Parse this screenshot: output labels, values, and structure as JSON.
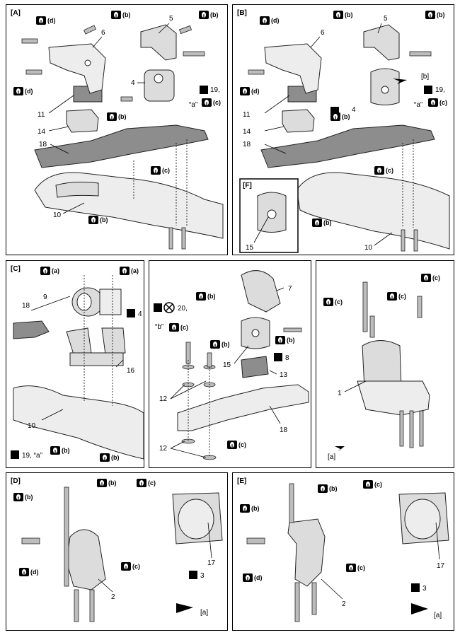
{
  "panels": {
    "A": {
      "label": "[A]",
      "parts": [
        "5",
        "6",
        "4",
        "11",
        "14",
        "18",
        "10"
      ],
      "torque": "19,",
      "note": "“a”"
    },
    "B": {
      "label": "[B]",
      "parts": [
        "5",
        "6",
        "4",
        "11",
        "14",
        "18",
        "10",
        "15"
      ],
      "torque": "19,",
      "note": "“a”",
      "arrow_label": "[b]",
      "inset_label": "[F]"
    },
    "C": {
      "label": "[C]",
      "parts": [
        "9",
        "18",
        "4",
        "16",
        "10"
      ],
      "torque": "19, “a”"
    },
    "mid": {
      "parts": [
        "7",
        "15",
        "8",
        "13",
        "12",
        "12",
        "18"
      ],
      "torque": "20,",
      "note": "“b”"
    },
    "right": {
      "parts": [
        "1"
      ],
      "arrow_label": "[a]"
    },
    "D": {
      "label": "[D]",
      "parts": [
        "2",
        "17",
        "3"
      ],
      "arrow_label": "[a]"
    },
    "E": {
      "label": "[E]",
      "parts": [
        "2",
        "17",
        "3"
      ],
      "arrow_label": "[a]"
    }
  },
  "tags": {
    "a": "(a)",
    "b": "(b)",
    "c": "(c)",
    "d": "(d)"
  },
  "icons": [
    "socket-wrench-icon",
    "torque-wrench-icon",
    "do-not-reuse-icon",
    "front-arrow-icon"
  ]
}
